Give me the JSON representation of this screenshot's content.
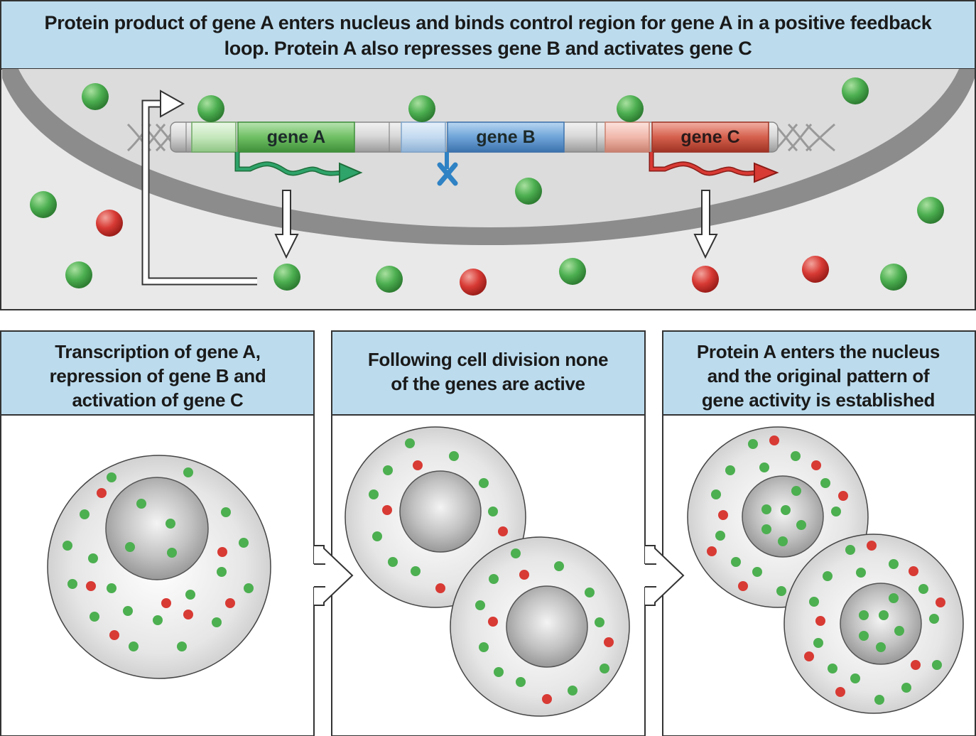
{
  "top_panel": {
    "title_line1": "Protein product of gene A enters nucleus and binds control region for gene A in a positive feedback",
    "title_line2": "loop. Protein A also represses gene B and activates gene C",
    "genes": [
      {
        "name": "gene A",
        "color": "#5fb35a",
        "state": "transcribed"
      },
      {
        "name": "gene B",
        "color": "#5b95cf",
        "state": "repressed"
      },
      {
        "name": "gene C",
        "color": "#cf4a3c",
        "state": "activated"
      }
    ]
  },
  "panels": [
    {
      "title": [
        "Transcription of gene A,",
        "repression of gene B and",
        "activation of gene C"
      ]
    },
    {
      "title": [
        "Following cell division none",
        "of the genes are active"
      ]
    },
    {
      "title": [
        "Protein A enters the nucleus",
        "and the original pattern of",
        "gene activity is established"
      ]
    }
  ],
  "colors": {
    "header_fill": "#bcdcee",
    "protein_a": "#4caf50",
    "protein_c": "#d83a34",
    "gene_a": "#5fb35a",
    "gene_b": "#5b95cf",
    "gene_c": "#cf4a3c",
    "repression_mark": "#2f82c4"
  }
}
